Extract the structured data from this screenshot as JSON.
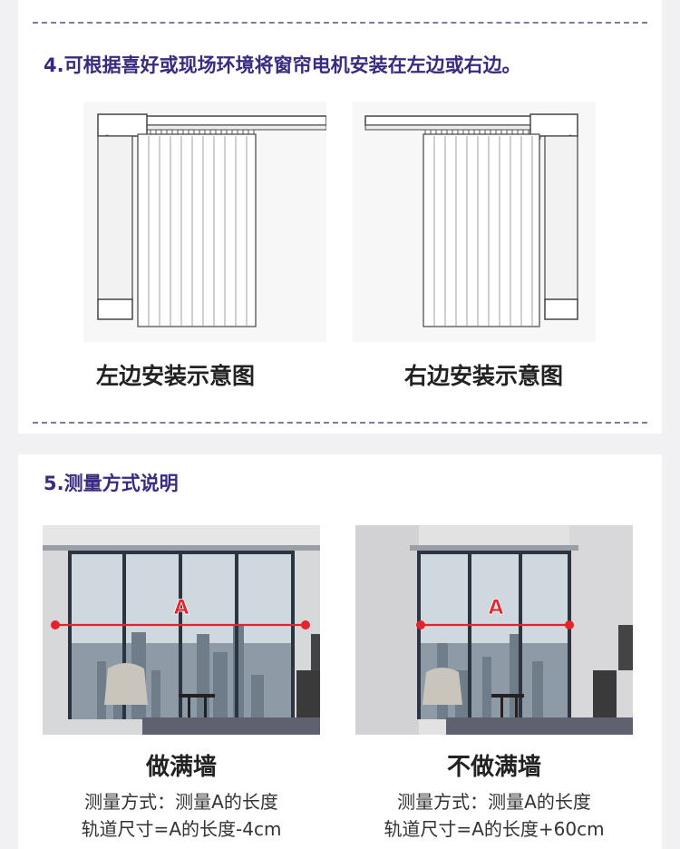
{
  "section4": {
    "heading": "4.可根据喜好或现场环境将窗帘电机安装在左边或右边。",
    "left_caption": "左边安装示意图",
    "right_caption": "右边安装示意图"
  },
  "section5": {
    "heading": "5.测量方式说明",
    "marker_label": "A",
    "options": [
      {
        "title": "做满墙",
        "line1": "测量方式：测量A的长度",
        "line2": "轨道尺寸=A的长度-4cm"
      },
      {
        "title": "不做满墙",
        "line1": "测量方式：测量A的长度",
        "line2": "轨道尺寸=A的长度+60cm"
      }
    ]
  },
  "colors": {
    "heading": "#3a2a80",
    "dash": "#7f7aa3",
    "measure_line": "#e5232b"
  },
  "icons": [
    "curtain-motor-left-diagram",
    "curtain-motor-right-diagram",
    "room-photo-full-wall",
    "room-photo-partial-wall"
  ]
}
